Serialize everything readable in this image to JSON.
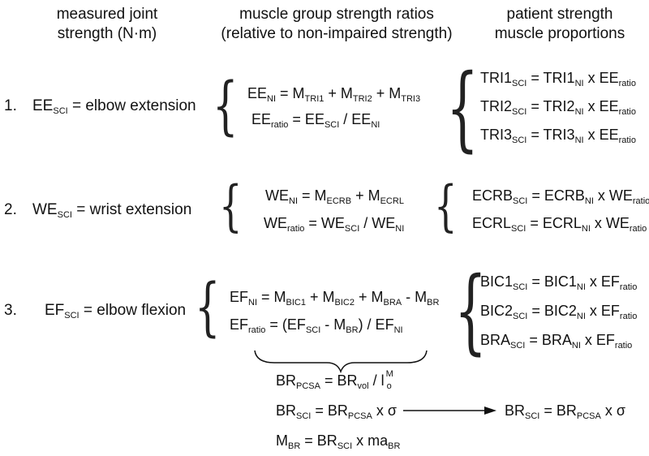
{
  "headers": {
    "col1": [
      "measured joint",
      "strength (N·m)"
    ],
    "col2": [
      "muscle group strength ratios",
      "(relative to non-impaired strength)"
    ],
    "col3": [
      "patient strength",
      "muscle proportions"
    ]
  },
  "rows": [
    {
      "num": "1.",
      "label": {
        "sym": "EE",
        "sub": "SCI",
        "rest": " = elbow extension"
      },
      "ratios": [
        [
          {
            "t": "EE"
          },
          {
            "s": "NI"
          },
          {
            "t": " = M"
          },
          {
            "s": "TRI1"
          },
          {
            "t": " + M"
          },
          {
            "s": "TRI2"
          },
          {
            "t": " + M"
          },
          {
            "s": "TRI3"
          }
        ],
        [
          {
            "t": "EE"
          },
          {
            "s": "ratio"
          },
          {
            "t": " = EE"
          },
          {
            "s": "SCI"
          },
          {
            "t": " / EE"
          },
          {
            "s": "NI"
          }
        ]
      ],
      "props": [
        [
          {
            "t": "TRI1"
          },
          {
            "s": "SCI"
          },
          {
            "t": " = TRI1"
          },
          {
            "s": "NI"
          },
          {
            "t": " x EE"
          },
          {
            "s": "ratio"
          }
        ],
        [
          {
            "t": "TRI2"
          },
          {
            "s": "SCI"
          },
          {
            "t": " = TRI2"
          },
          {
            "s": "NI"
          },
          {
            "t": " x EE"
          },
          {
            "s": "ratio"
          }
        ],
        [
          {
            "t": "TRI3"
          },
          {
            "s": "SCI"
          },
          {
            "t": " = TRI3"
          },
          {
            "s": "NI"
          },
          {
            "t": " x EE"
          },
          {
            "s": "ratio"
          }
        ]
      ]
    },
    {
      "num": "2.",
      "label": {
        "sym": "WE",
        "sub": "SCI",
        "rest": " = wrist extension"
      },
      "ratios": [
        [
          {
            "t": "WE"
          },
          {
            "s": "NI"
          },
          {
            "t": " = M"
          },
          {
            "s": "ECRB"
          },
          {
            "t": " + M"
          },
          {
            "s": "ECRL"
          }
        ],
        [
          {
            "t": "WE"
          },
          {
            "s": "ratio"
          },
          {
            "t": " = WE"
          },
          {
            "s": "SCI"
          },
          {
            "t": " / WE"
          },
          {
            "s": "NI"
          }
        ]
      ],
      "props": [
        [
          {
            "t": "ECRB"
          },
          {
            "s": "SCI"
          },
          {
            "t": " = ECRB"
          },
          {
            "s": "NI"
          },
          {
            "t": " x WE"
          },
          {
            "s": "ratio"
          }
        ],
        [
          {
            "t": "ECRL"
          },
          {
            "s": "SCI"
          },
          {
            "t": " = ECRL"
          },
          {
            "s": "NI"
          },
          {
            "t": " x WE"
          },
          {
            "s": "ratio"
          }
        ]
      ]
    },
    {
      "num": "3.",
      "label": {
        "sym": "EF",
        "sub": "SCI",
        "rest": " = elbow flexion"
      },
      "ratios": [
        [
          {
            "t": "EF"
          },
          {
            "s": "NI"
          },
          {
            "t": " = M"
          },
          {
            "s": "BIC1"
          },
          {
            "t": " + M"
          },
          {
            "s": "BIC2"
          },
          {
            "t": " + M"
          },
          {
            "s": "BRA"
          },
          {
            "t": " - M"
          },
          {
            "s": "BR"
          }
        ],
        [
          {
            "t": "EF"
          },
          {
            "s": "ratio"
          },
          {
            "t": " = (EF"
          },
          {
            "s": "SCI"
          },
          {
            "t": " - M"
          },
          {
            "s": "BR"
          },
          {
            "t": ") / EF"
          },
          {
            "s": "NI"
          }
        ]
      ],
      "props": [
        [
          {
            "t": "BIC1"
          },
          {
            "s": "SCI"
          },
          {
            "t": " = BIC1"
          },
          {
            "s": "NI"
          },
          {
            "t": " x EF"
          },
          {
            "s": "ratio"
          }
        ],
        [
          {
            "t": "BIC2"
          },
          {
            "s": "SCI"
          },
          {
            "t": " = BIC2"
          },
          {
            "s": "NI"
          },
          {
            "t": " x EF"
          },
          {
            "s": "ratio"
          }
        ],
        [
          {
            "t": "BRA"
          },
          {
            "s": "SCI"
          },
          {
            "t": " = BRA"
          },
          {
            "s": "NI"
          },
          {
            "t": " x EF"
          },
          {
            "s": "ratio"
          }
        ]
      ]
    }
  ],
  "br_block": [
    [
      {
        "t": "BR"
      },
      {
        "s": "PCSA"
      },
      {
        "t": " = BR"
      },
      {
        "s": "vol"
      },
      {
        "t": " / l"
      },
      {
        "iso": [
          "M",
          "o"
        ]
      }
    ],
    [
      {
        "t": "BR"
      },
      {
        "s": "SCI"
      },
      {
        "t": " = BR"
      },
      {
        "s": "PCSA"
      },
      {
        "t": " x σ"
      }
    ],
    [
      {
        "t": "M"
      },
      {
        "s": "BR"
      },
      {
        "t": " = BR"
      },
      {
        "s": "SCI"
      },
      {
        "t": " x ma"
      },
      {
        "s": "BR"
      }
    ]
  ],
  "br_result": [
    {
      "t": "BR"
    },
    {
      "s": "SCI"
    },
    {
      "t": " = BR"
    },
    {
      "s": "PCSA"
    },
    {
      "t": " x σ"
    }
  ]
}
